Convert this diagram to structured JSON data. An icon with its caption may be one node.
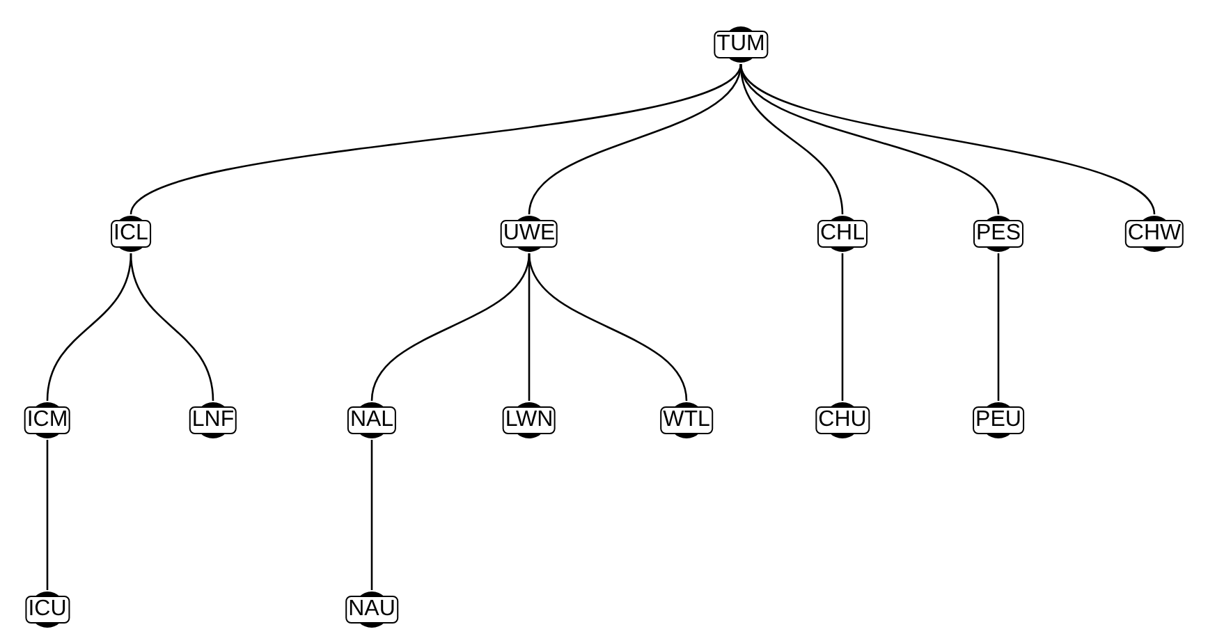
{
  "diagram": {
    "nodes": [
      {
        "text": [
          "TUM"
        ]
      },
      {
        "text": [
          "ICL"
        ]
      },
      {
        "text": [
          "UWE"
        ]
      },
      {
        "text": [
          "CHL"
        ]
      },
      {
        "text": [
          "PES"
        ]
      },
      {
        "text": [
          "CHW"
        ]
      },
      {
        "text": [
          "ICM"
        ]
      },
      {
        "text": [
          "LNF"
        ]
      },
      {
        "text": [
          "NAL"
        ]
      },
      {
        "text": [
          "LWN"
        ]
      },
      {
        "text": [
          "WTL"
        ]
      },
      {
        "text": [
          "CHU"
        ]
      },
      {
        "text": [
          "PEU"
        ]
      },
      {
        "text": [
          "ICU"
        ]
      },
      {
        "text": [
          "NAU"
        ]
      }
    ],
    "edges": [
      {
        "from": 0,
        "to": 1,
        "arrow": "none"
      },
      {
        "from": 0,
        "to": 2,
        "arrow": "none"
      },
      {
        "from": 0,
        "to": 3,
        "arrow": "none"
      },
      {
        "from": 0,
        "to": 4,
        "arrow": "none"
      },
      {
        "from": 0,
        "to": 5,
        "arrow": "none"
      },
      {
        "from": 1,
        "to": 6,
        "arrow": "none"
      },
      {
        "from": 1,
        "to": 7,
        "arrow": "none"
      },
      {
        "from": 2,
        "to": 8,
        "arrow": "none"
      },
      {
        "from": 2,
        "to": 9,
        "arrow": "none"
      },
      {
        "from": 2,
        "to": 10,
        "arrow": "none"
      },
      {
        "from": 3,
        "to": 11,
        "arrow": "none"
      },
      {
        "from": 4,
        "to": 12,
        "arrow": "none"
      },
      {
        "from": 6,
        "to": 13,
        "arrow": "none"
      },
      {
        "from": 8,
        "to": 14,
        "arrow": "none"
      }
    ]
  }
}
